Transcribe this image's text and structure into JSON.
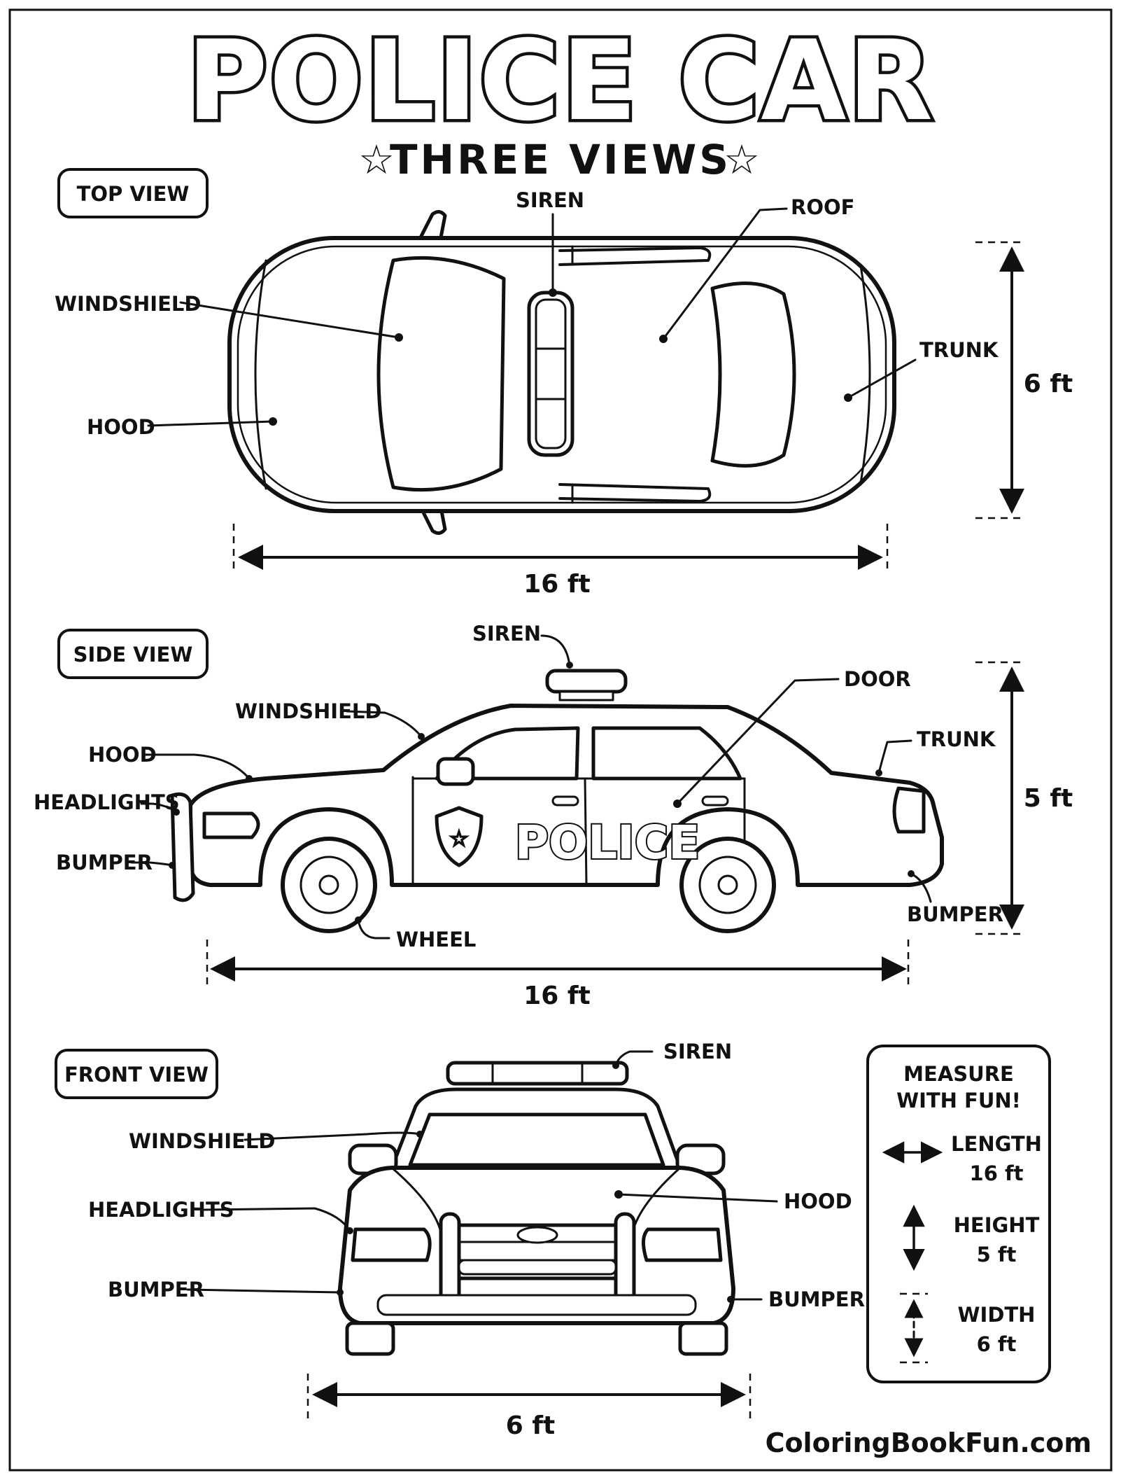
{
  "title": "POLICE CAR",
  "subtitle": "THREE VIEWS",
  "star_glyph": "☆",
  "views": {
    "top": {
      "heading": "TOP VIEW",
      "labels": {
        "siren": "SIREN",
        "roof": "ROOF",
        "windshield": "WINDSHIELD",
        "hood": "HOOD",
        "trunk": "TRUNK"
      },
      "length": "16 ft",
      "width": "6 ft"
    },
    "side": {
      "heading": "SIDE VIEW",
      "labels": {
        "siren": "SIREN",
        "door": "DOOR",
        "windshield": "WINDSHIELD",
        "trunk": "TRUNK",
        "hood": "HOOD",
        "headlights": "HEADLIGHTS",
        "bumper_front": "BUMPER",
        "bumper_rear": "BUMPER",
        "wheel": "WHEEL"
      },
      "door_text": "POLICE",
      "length": "16 ft",
      "height": "5 ft"
    },
    "front": {
      "heading": "FRONT VIEW",
      "labels": {
        "siren": "SIREN",
        "windshield": "WINDSHIELD",
        "headlights": "HEADLIGHTS",
        "hood": "HOOD",
        "bumper_left": "BUMPER",
        "bumper_right": "BUMPER"
      },
      "width": "6 ft"
    }
  },
  "legend": {
    "title_line1": "MEASURE",
    "title_line2": "WITH FUN!",
    "items": [
      {
        "name": "LENGTH",
        "value": "16 ft",
        "icon": "horizontal-double-arrow-icon"
      },
      {
        "name": "HEIGHT",
        "value": "5 ft",
        "icon": "vertical-double-arrow-icon"
      },
      {
        "name": "WIDTH",
        "value": "6 ft",
        "icon": "dashed-vertical-arrow-icon"
      }
    ]
  },
  "brand": "ColoringBookFun.com",
  "colors": {
    "ink": "#111111",
    "paper": "#ffffff"
  }
}
